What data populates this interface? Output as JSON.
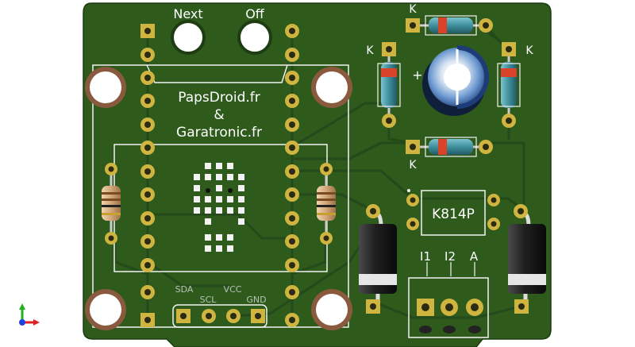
{
  "board": {
    "buttons": {
      "next_label": "Next",
      "off_label": "Off"
    },
    "title_line1": "PapsDroid.fr",
    "title_amp": "&",
    "title_line2": "Garatronic.fr",
    "header_labels": {
      "sda": "SDA",
      "scl": "SCL",
      "vcc": "VCC",
      "gnd": "GND"
    },
    "diode_mark": "K",
    "electrolytic_plus": "+",
    "ic_label": "K814P",
    "terminal_labels": {
      "i1": "I1",
      "i2": "I2",
      "a": "A"
    },
    "colors": {
      "pcb": "#2e5a1c",
      "copper": "#cfb540",
      "silkscreen": "#f2f2f2",
      "resistor_body": "#d2a679",
      "diode_body": "#3f8f9c",
      "rectifier_body": "#1e1e1e",
      "terminal_body": "#2a8a4a"
    }
  },
  "axis_gizmo": {
    "x_color": "#e02020",
    "y_color": "#20b020",
    "z_color": "#2040e0"
  }
}
